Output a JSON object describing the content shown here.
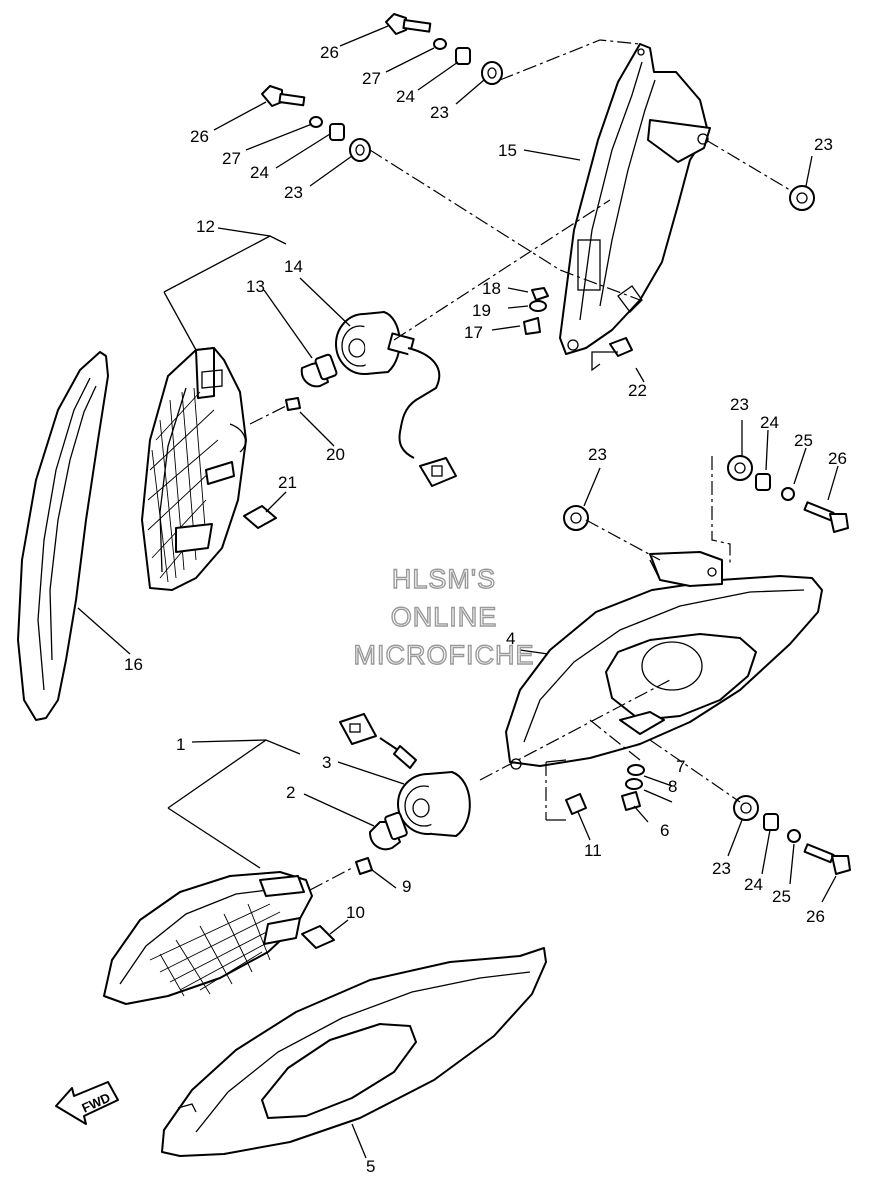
{
  "watermark": {
    "line1": "HLSM'S",
    "line2": "ONLINE",
    "line3": "MICROFICHE"
  },
  "direction_label": "FWD",
  "callouts": {
    "c1": "1",
    "c2": "2",
    "c3": "3",
    "c4": "4",
    "c5": "5",
    "c6": "6",
    "c7": "7",
    "c8": "8",
    "c9": "9",
    "c10": "10",
    "c11": "11",
    "c12": "12",
    "c13": "13",
    "c14": "14",
    "c15": "15",
    "c16": "16",
    "c17": "17",
    "c18": "18",
    "c19": "19",
    "c20": "20",
    "c21": "21",
    "c22": "22",
    "c23a": "23",
    "c23b": "23",
    "c23c": "23",
    "c23d": "23",
    "c23e": "23",
    "c23f": "23",
    "c24a": "24",
    "c24b": "24",
    "c24c": "24",
    "c24d": "24",
    "c25a": "25",
    "c25b": "25",
    "c26a": "26",
    "c26b": "26",
    "c26c": "26",
    "c26d": "26",
    "c27a": "27",
    "c27b": "27"
  }
}
